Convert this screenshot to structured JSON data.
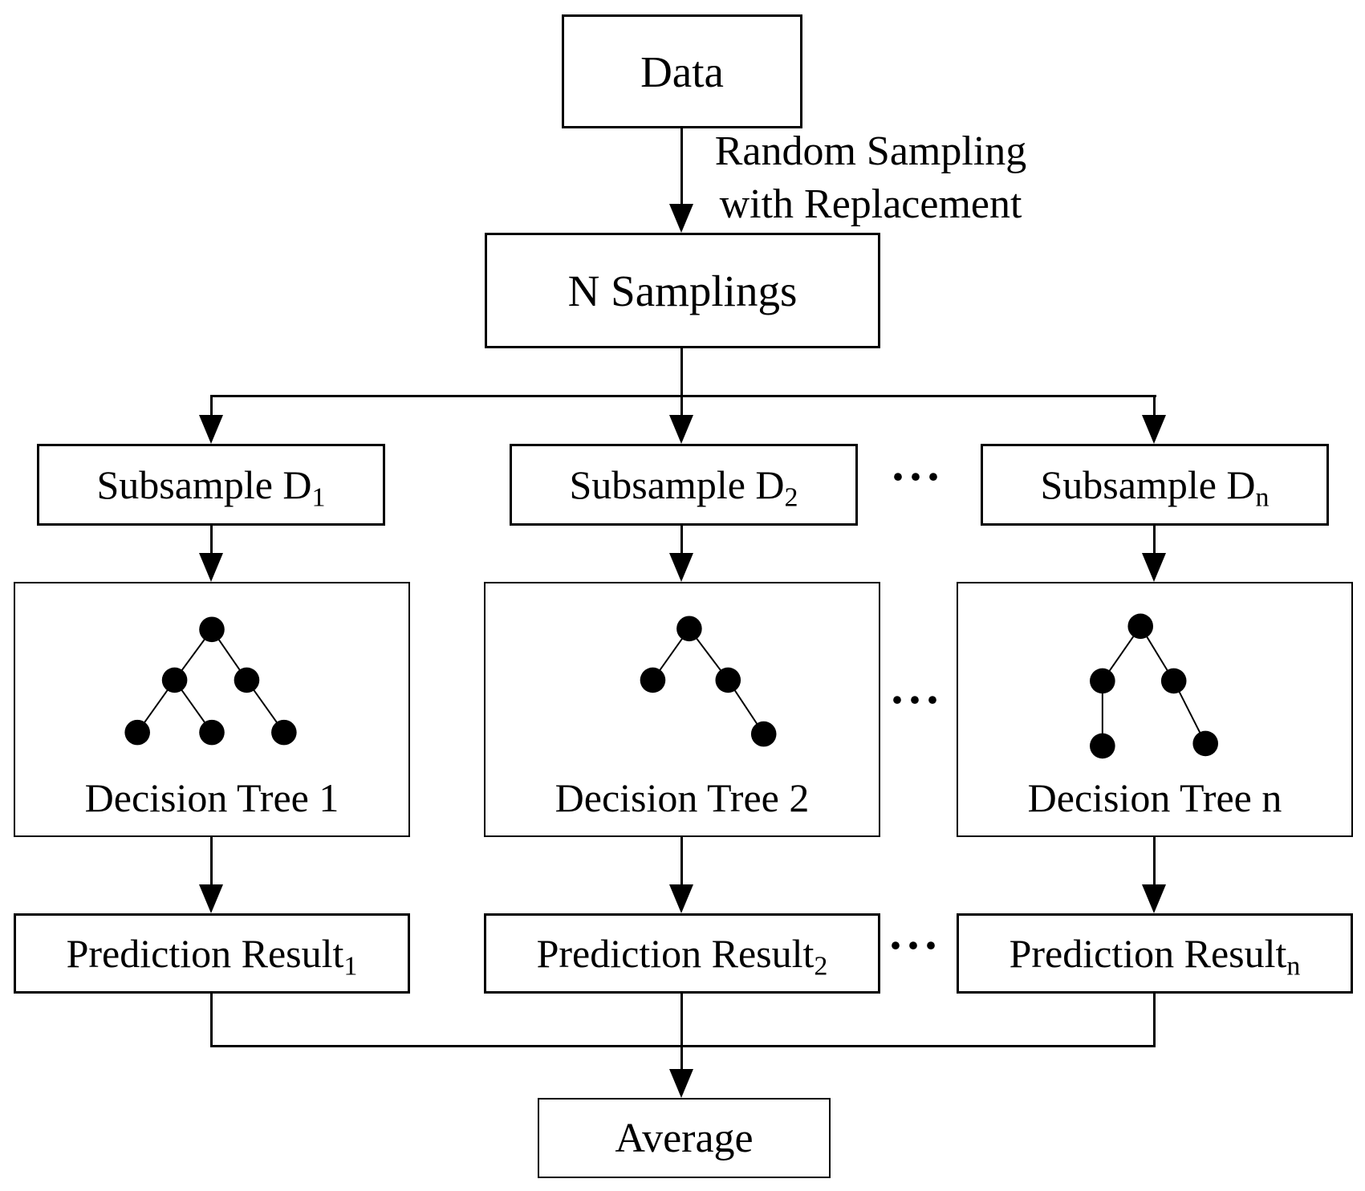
{
  "diagram": {
    "data_label": "Data",
    "sampling_annotation": {
      "line1": "Random Sampling",
      "line2": "with Replacement"
    },
    "n_samplings_label": "N Samplings",
    "columns": [
      {
        "subsample_base": "Subsample D",
        "subsample_sub": "1",
        "tree_label": "Decision Tree 1",
        "result_base": "Prediction Result",
        "result_sub": "1"
      },
      {
        "subsample_base": "Subsample D",
        "subsample_sub": "2",
        "tree_label": "Decision Tree 2",
        "result_base": "Prediction Result",
        "result_sub": "2"
      },
      {
        "subsample_base": "Subsample D",
        "subsample_sub": "n",
        "tree_label": "Decision Tree n",
        "result_base": "Prediction Result",
        "result_sub": "n"
      }
    ],
    "ellipsis": "···",
    "average_label": "Average",
    "colors": {
      "line": "#000000",
      "box_background": "#ffffff",
      "page_background": "#ffffff",
      "tree_node_fill": "#000000"
    }
  }
}
